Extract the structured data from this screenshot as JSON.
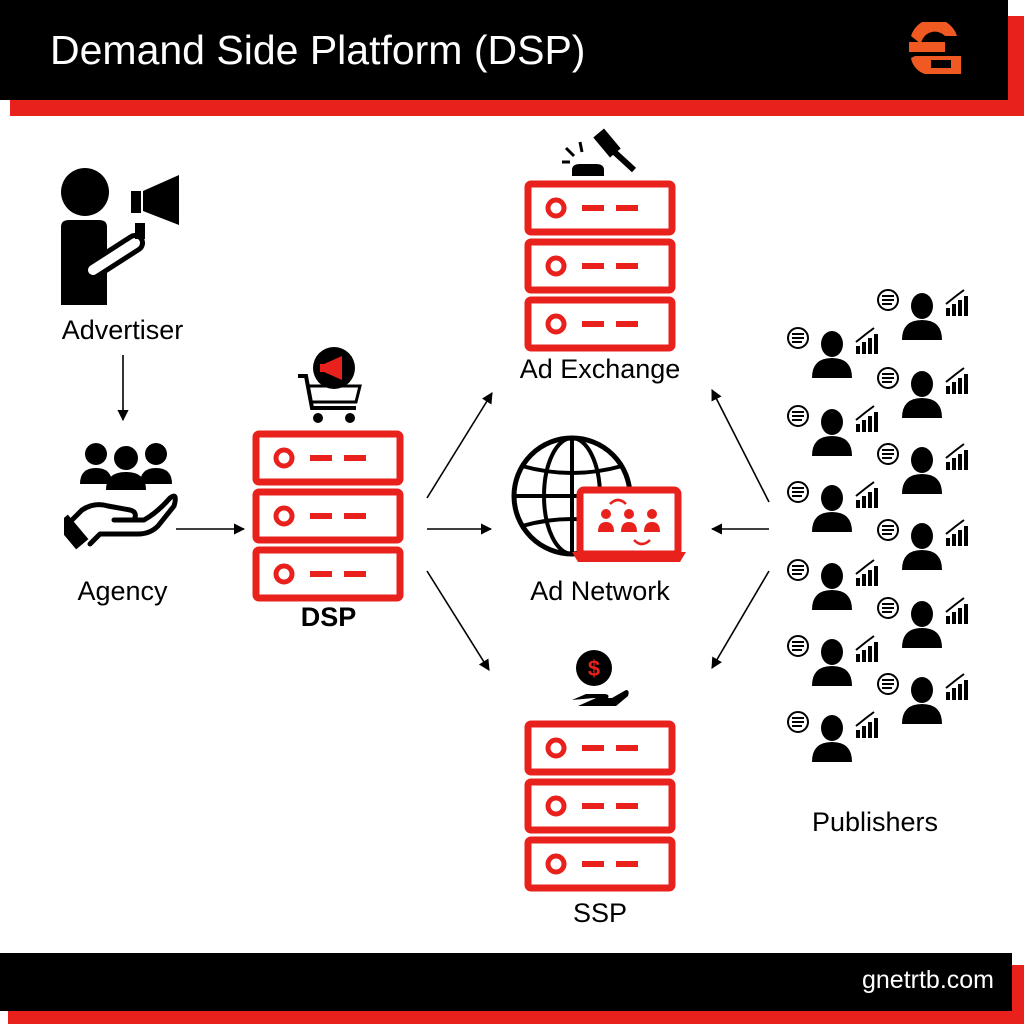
{
  "header": {
    "title": "Demand Side Platform (DSP)"
  },
  "footer": {
    "url": "gnetrtb.com"
  },
  "brand_colors": {
    "accent": "#e8211c",
    "logo_orange": "#f05a22",
    "dark": "#000000"
  },
  "nodes": {
    "advertiser": "Advertiser",
    "agency": "Agency",
    "dsp": "DSP",
    "ad_exchange": "Ad Exchange",
    "ad_network": "Ad Network",
    "ssp": "SSP",
    "publishers": "Publishers"
  },
  "icons": {
    "logo": "gnetrtb-logo-icon",
    "advertiser": "person-megaphone-icon",
    "agency": "group-hand-icon",
    "dsp": "shopping-cart-megaphone-icon",
    "ad_exchange": "auction-gavel-icon",
    "ad_network": "globe-laptop-icon",
    "ssp": "hand-dollar-coin-icon",
    "server": "server-stack-icon",
    "publisher": "publisher-person-icon"
  }
}
